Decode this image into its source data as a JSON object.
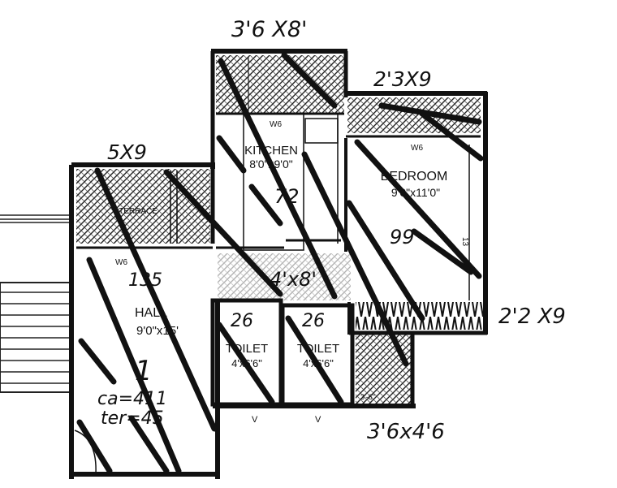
{
  "annotations": {
    "top": "3'6 X8'",
    "top_right": "2'3X9",
    "terrace_dim": "5X9",
    "right_mid": "2'2 X9",
    "bottom_right": "3'6x4'6",
    "passage": "4'x8'",
    "hall_area": "135",
    "kitchen_area": "72",
    "bedroom_area": "99",
    "toilet1_area": "26",
    "toilet2_area": "26",
    "count": "1",
    "carpet_area": "ca=411",
    "terrace_area": "ter=45"
  },
  "rooms": {
    "kitchen": {
      "name": "KITCHEN",
      "size": "8'0\"x9'0\""
    },
    "bedroom": {
      "name": "BEDROOM",
      "size": "9'0\"x11'0\""
    },
    "hall": {
      "name": "HALL",
      "size": "9'0\"x15'"
    },
    "toilet1": {
      "name": "TOILET",
      "size": "4'x6'6\""
    },
    "toilet2": {
      "name": "TOILET",
      "size": "4'x6'6\""
    },
    "terrace": {
      "name": "TERRACE"
    }
  },
  "marks": {
    "w6_kitchen": "W6",
    "w6_bedroom": "W6",
    "w6_hall": "W6",
    "v1": "V",
    "v2": "V",
    "dim_13": "13",
    "dim_bottom": "3'-6\""
  }
}
